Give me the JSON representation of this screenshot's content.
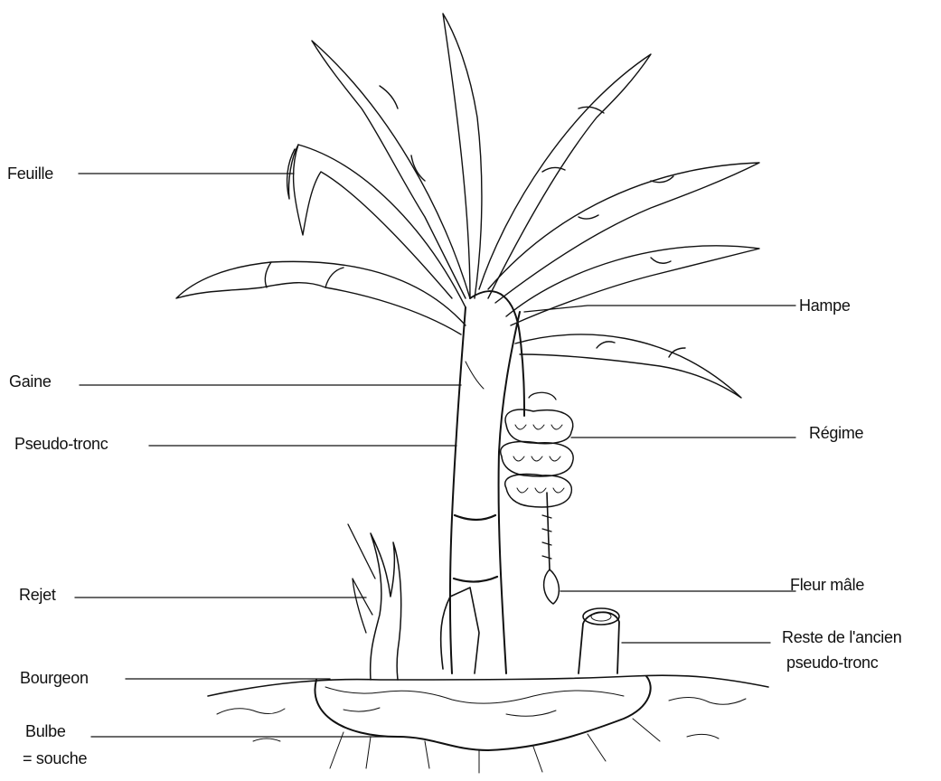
{
  "labels": {
    "feuille": "Feuille",
    "gaine": "Gaine",
    "pseudo_tronc": "Pseudo-tronc",
    "rejet": "Rejet",
    "bourgeon": "Bourgeon",
    "bulbe_line1": "Bulbe",
    "bulbe_line2": "= souche",
    "hampe": "Hampe",
    "regime": "Régime",
    "fleur_male": "Fleur mâle",
    "reste_line1": "Reste de l'ancien",
    "reste_line2": "pseudo-tronc"
  },
  "colors": {
    "ink": "#111111",
    "background": "#ffffff"
  }
}
